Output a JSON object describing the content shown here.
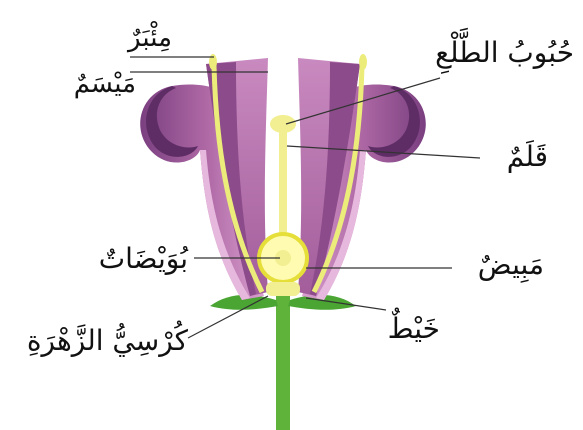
{
  "labels": {
    "anther": "مِئْبَرٌ",
    "stigma": "مَيْسَمٌ",
    "pollen": "حُبُوبُ الطَّلْعِ",
    "style": "قَلَمٌ",
    "ovules": "بُوَيْضَاتٌ",
    "ovary": "مَبِيضٌ",
    "receptacle": "كُرْسِيُّ الزَّهْرَةِ",
    "filament": "خَيْطٌ"
  },
  "colors": {
    "petal_light": "#b97ab0",
    "petal_mid": "#9a5596",
    "petal_dark": "#6f3a78",
    "petal_edge": "#e7b8dd",
    "stamen": "#ecec7a",
    "pistil": "#f2ee92",
    "stem": "#5fb23a",
    "sepal": "#4aa533",
    "line": "#333333"
  }
}
